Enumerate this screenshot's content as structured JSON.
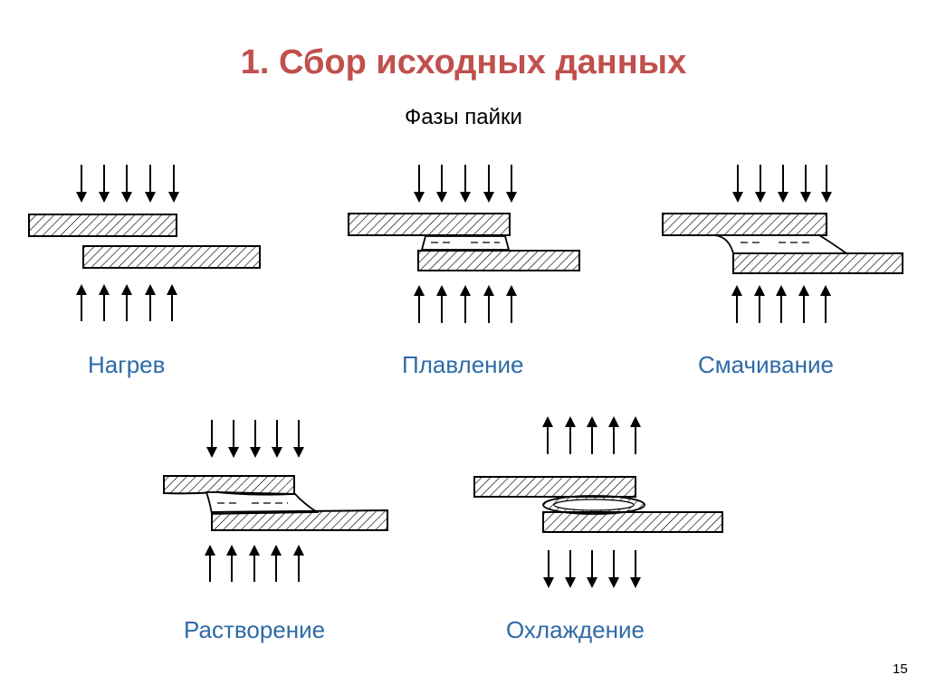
{
  "title": "1. Сбор исходных данных",
  "subtitle": "Фазы пайки",
  "phases": [
    {
      "label": "Нагрев"
    },
    {
      "label": "Плавление"
    },
    {
      "label": "Смачивание"
    },
    {
      "label": "Растворение"
    },
    {
      "label": "Охлаждение"
    }
  ],
  "page_number": "15",
  "colors": {
    "title": "#c0504d",
    "label": "#2e6aa8",
    "line": "#000000"
  }
}
